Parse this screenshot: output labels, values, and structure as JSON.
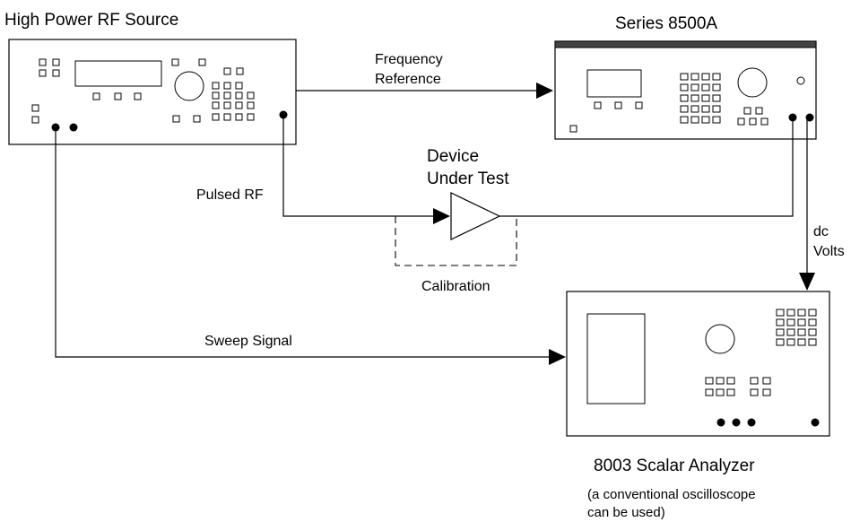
{
  "instruments": {
    "rf_source": {
      "title": "High Power RF Source"
    },
    "series_8500a": {
      "title": "Series 8500A"
    },
    "scalar_analyzer": {
      "title": "8003 Scalar Analyzer",
      "note_line1": "(a conventional oscilloscope",
      "note_line2": "can be used)"
    },
    "dut": {
      "title_line1": "Device",
      "title_line2": "Under Test"
    }
  },
  "signals": {
    "frequency_reference_line1": "Frequency",
    "frequency_reference_line2": "Reference",
    "pulsed_rf": "Pulsed RF",
    "calibration": "Calibration",
    "dc_volts_line1": "dc",
    "dc_volts_line2": "Volts",
    "sweep_signal": "Sweep Signal"
  },
  "colors": {
    "line": "#000000",
    "background": "#ffffff"
  }
}
